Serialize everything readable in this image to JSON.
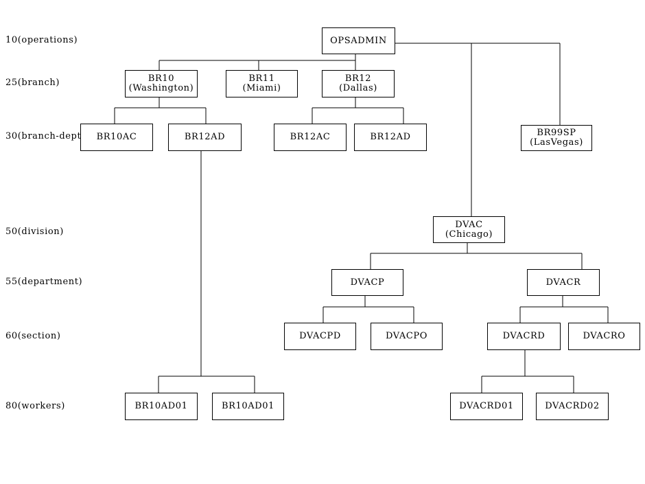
{
  "levels": {
    "operations": "10(operations)",
    "branch": "25(branch)",
    "branch_dept": "30(branch-dept)",
    "division": "50(division)",
    "department": "55(department)",
    "section": "60(section)",
    "workers": "80(workers)"
  },
  "nodes": {
    "opsadmin": {
      "name": "OPSADMIN"
    },
    "br10": {
      "name": "BR10",
      "city": "(Washington)"
    },
    "br11": {
      "name": "BR11",
      "city": "(Miami)"
    },
    "br12": {
      "name": "BR12",
      "city": "(Dallas)"
    },
    "br10ac": {
      "name": "BR10AC"
    },
    "br12ad_left": {
      "name": "BR12AD"
    },
    "br12ac": {
      "name": "BR12AC"
    },
    "br12ad_right": {
      "name": "BR12AD"
    },
    "br99sp": {
      "name": "BR99SP",
      "city": "(LasVegas)"
    },
    "dvac": {
      "name": "DVAC",
      "city": "(Chicago)"
    },
    "dvacp": {
      "name": "DVACP"
    },
    "dvacr": {
      "name": "DVACR"
    },
    "dvacpd": {
      "name": "DVACPD"
    },
    "dvacpo": {
      "name": "DVACPO"
    },
    "dvacrd": {
      "name": "DVACRD"
    },
    "dvacro": {
      "name": "DVACRO"
    },
    "br10ad01_a": {
      "name": "BR10AD01"
    },
    "br10ad01_b": {
      "name": "BR10AD01"
    },
    "dvacrd01": {
      "name": "DVACRD01"
    },
    "dvacrd02": {
      "name": "DVACRD02"
    }
  }
}
